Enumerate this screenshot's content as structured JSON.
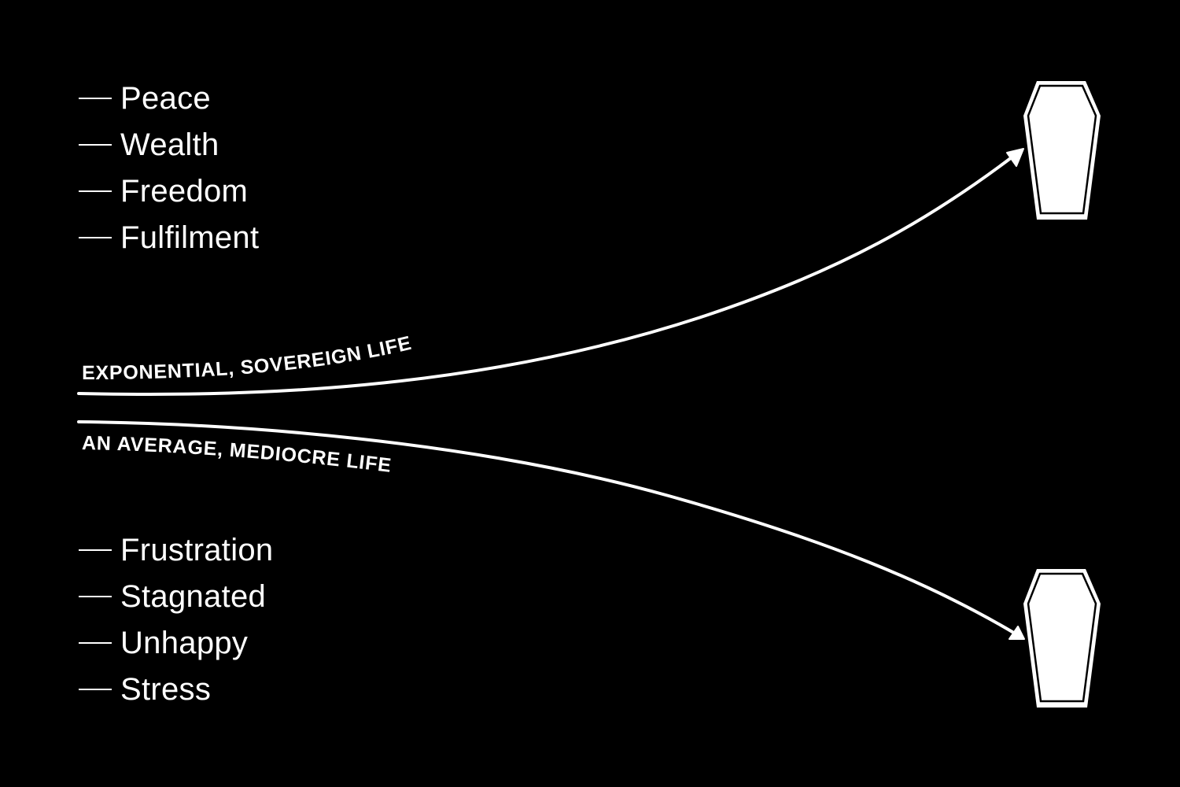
{
  "top_list": {
    "items": [
      "Peace",
      "Wealth",
      "Freedom",
      "Fulfilment"
    ]
  },
  "bottom_list": {
    "items": [
      "Frustration",
      "Stagnated",
      "Unhappy",
      "Stress"
    ]
  },
  "paths": {
    "upper_label": "EXPONENTIAL, SOVEREIGN LIFE",
    "lower_label": "AN AVERAGE, MEDIOCRE LIFE"
  },
  "icons": {
    "top": "coffin-icon",
    "bottom": "coffin-icon"
  },
  "colors": {
    "background": "#000000",
    "foreground": "#ffffff"
  }
}
